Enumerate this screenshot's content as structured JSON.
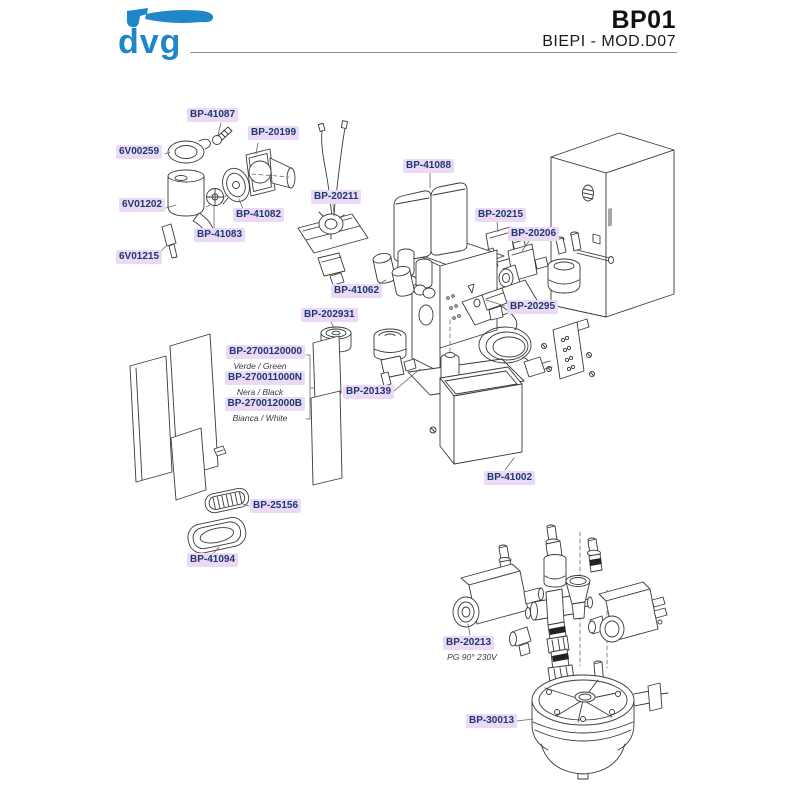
{
  "header": {
    "brand": "dvg",
    "doc_code": "BP01",
    "model": "BIEPI - MOD.D07"
  },
  "diagram": {
    "parts": [
      {
        "code": "BP-41087"
      },
      {
        "code": "BP-20199"
      },
      {
        "code": "6V00259"
      },
      {
        "code": "6V01202"
      },
      {
        "code": "BP-41082"
      },
      {
        "code": "BP-41083"
      },
      {
        "code": "6V01215"
      },
      {
        "code": "BP-20211"
      },
      {
        "code": "BP-41088"
      },
      {
        "code": "BP-20215"
      },
      {
        "code": "BP-20206"
      },
      {
        "code": "BP-41062"
      },
      {
        "code": "BP-20295"
      },
      {
        "code": "BP-202931"
      },
      {
        "code": "BP-2700120000",
        "variant": "Verde / Green"
      },
      {
        "code": "BP-270011000N",
        "variant": "Nera / Black"
      },
      {
        "code": "BP-270012000B",
        "variant": "Bianca / White"
      },
      {
        "code": "BP-20139"
      },
      {
        "code": "BP-41002"
      },
      {
        "code": "BP-25156"
      },
      {
        "code": "BP-41094"
      },
      {
        "code": "BP-20213",
        "variant": "PG 90° 230V"
      },
      {
        "code": "BP-30013"
      }
    ],
    "colors": {
      "label_background": "#ecd9f6",
      "label_text": "#1c3a70",
      "brand_blue": "#1f87c9",
      "line_color": "#3a3a3a"
    }
  }
}
